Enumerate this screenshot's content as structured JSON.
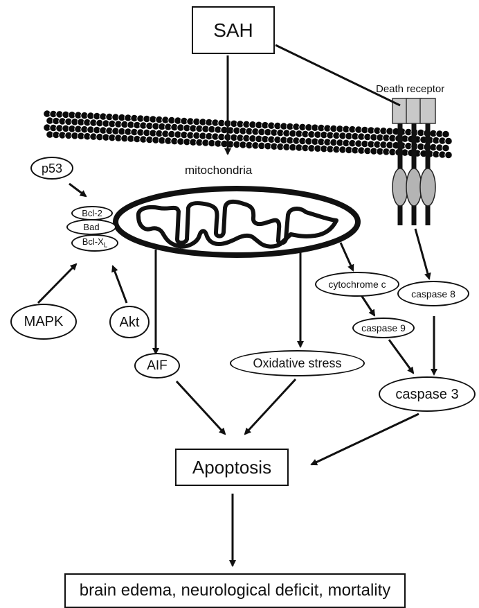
{
  "nodes": {
    "sah": "SAH",
    "death_receptor": "Death receptor",
    "mitochondria": "mitochondria",
    "p53": "p53",
    "bcl2": "Bcl-2",
    "bad": "Bad",
    "bclxl_main": "Bcl-X",
    "bclxl_sub": "L",
    "mapk": "MAPK",
    "akt": "Akt",
    "aif": "AIF",
    "oxidative_stress": "Oxidative stress",
    "cytochrome_c": "cytochrome c",
    "caspase8": "caspase 8",
    "caspase9": "caspase 9",
    "caspase3": "caspase 3",
    "apoptosis": "Apoptosis",
    "outcome": "brain edema, neurological deficit, mortality"
  },
  "colors": {
    "line": "#111111",
    "receptor_square": "#c8c8c8",
    "receptor_oval": "#b4b4b4",
    "membrane": "#0a0a0a"
  }
}
